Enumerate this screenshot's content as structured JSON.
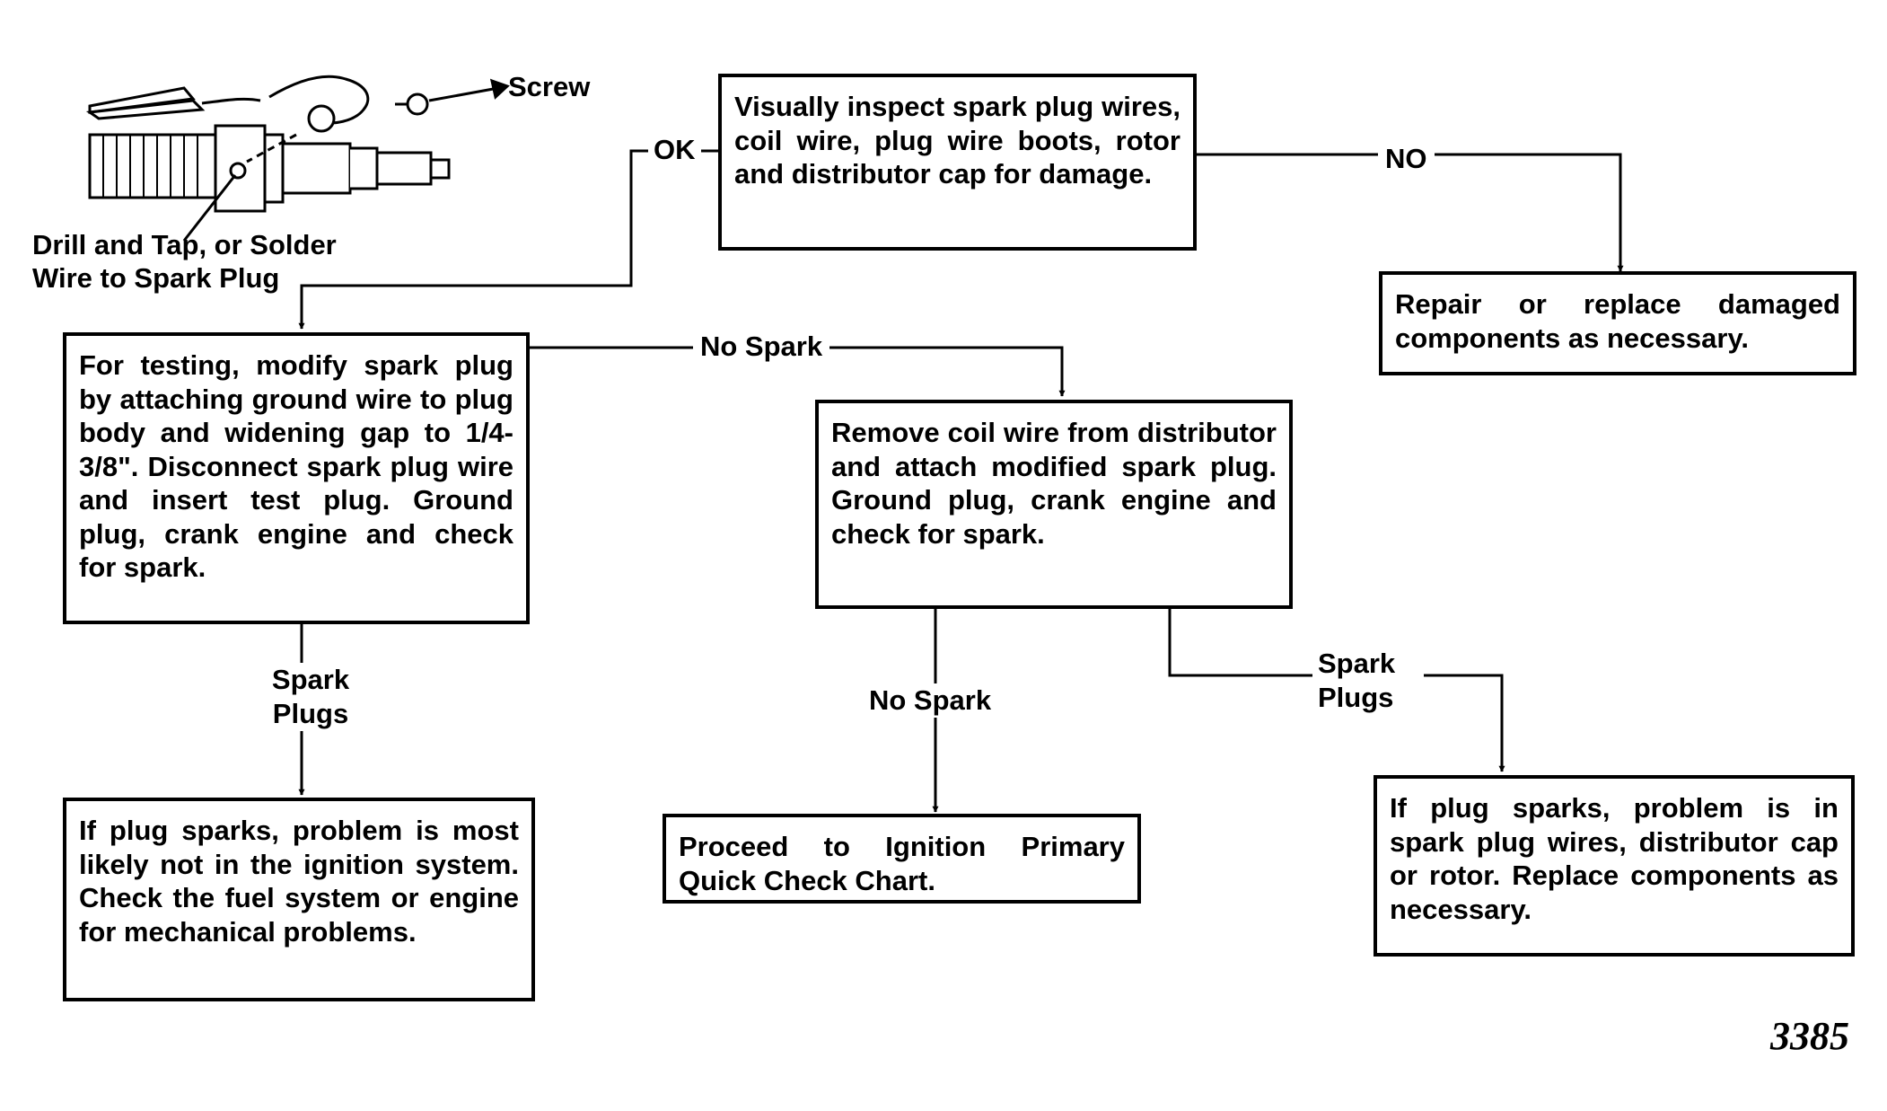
{
  "boxes": {
    "inspect": "Visually inspect spark plug wires, coil wire, plug wire boots, rotor and distributor cap for damage.",
    "repair": "Repair or replace damaged components as necessary.",
    "test_plug": "For testing, modify spark plug by attaching ground wire to plug body and widening gap to 1/4-3/8\". Disconnect spark plug wire and insert test plug. Ground plug, crank engine and check for spark.",
    "coil_wire": "Remove coil wire from distributor and attach modified spark plug. Ground plug, crank engine and check for spark.",
    "not_ignition": "If plug sparks, problem is most likely not in the ignition system. Check the fuel system or engine for mechanical problems.",
    "primary_chart": "Proceed to Ignition Primary Quick Check Chart.",
    "plug_sparks": "If plug sparks, problem is in spark plug wires, distributor cap or rotor. Replace components as necessary."
  },
  "labels": {
    "ok": "OK",
    "no": "NO",
    "no_spark_1": "No Spark",
    "no_spark_2": "No Spark",
    "spark_plugs_1": "Spark Plugs",
    "spark_plugs_2": "Spark Plugs"
  },
  "illustration": {
    "screw_label": "Screw",
    "drill_label": "Drill and Tap, or Solder Wire to Spark Plug"
  },
  "page_number": "3385"
}
